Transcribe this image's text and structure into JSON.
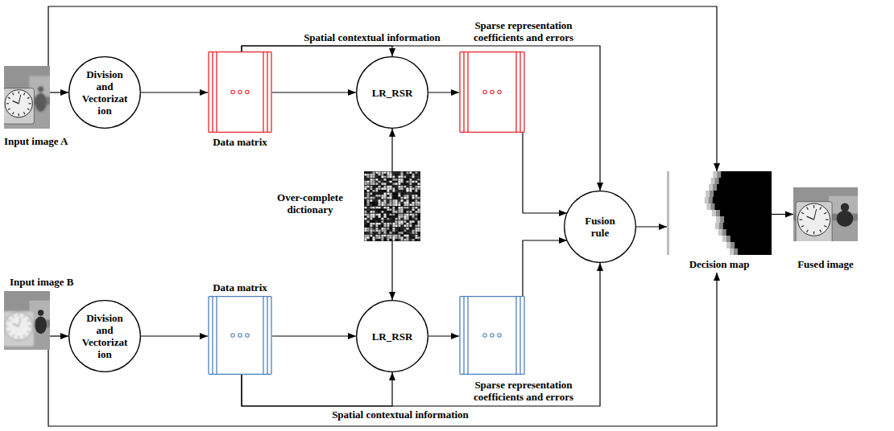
{
  "diagram": {
    "nodes": [
      {
        "text": [
          "Input image A"
        ]
      },
      {
        "text": [
          "Division and Vectorizat ion"
        ]
      },
      {
        "text": [
          "Data matrix"
        ]
      },
      {
        "text": [
          "LR_RSR"
        ]
      },
      {
        "text": [
          "Sparse representation coefficients and errors"
        ]
      },
      {
        "text": [
          "Over-complete dictionary"
        ]
      },
      {
        "text": [
          "Fusion rule"
        ]
      },
      {
        "text": [
          "Decision map"
        ]
      },
      {
        "text": [
          "Fused image"
        ]
      },
      {
        "text": [
          "Input image B"
        ]
      },
      {
        "text": [
          "Division and Vectorizat ion"
        ]
      },
      {
        "text": [
          "Data matrix"
        ]
      },
      {
        "text": [
          "LR_RSR"
        ]
      },
      {
        "text": [
          "Sparse representation coefficients and errors"
        ]
      }
    ],
    "edges": [
      {
        "from": 0,
        "to": 1,
        "arrow": "to"
      },
      {
        "from": 1,
        "to": 2,
        "arrow": "to"
      },
      {
        "from": 2,
        "to": 3,
        "arrow": "to"
      },
      {
        "from": 2,
        "to": 3,
        "label": "Spatial contextual information",
        "arrow": "to"
      },
      {
        "from": 2,
        "to": 6,
        "arrow": "to"
      },
      {
        "from": 3,
        "to": 4,
        "arrow": "to"
      },
      {
        "from": 4,
        "to": 6,
        "arrow": "to"
      },
      {
        "from": 5,
        "to": 3,
        "arrow": "to"
      },
      {
        "from": 5,
        "to": 12,
        "arrow": "to"
      },
      {
        "from": 0,
        "to": 7,
        "arrow": "to"
      },
      {
        "from": 6,
        "to": 7,
        "arrow": "to"
      },
      {
        "from": 7,
        "to": 8,
        "arrow": "to"
      },
      {
        "from": 9,
        "to": 10,
        "arrow": "to"
      },
      {
        "from": 10,
        "to": 11,
        "arrow": "to"
      },
      {
        "from": 11,
        "to": 12,
        "arrow": "to"
      },
      {
        "from": 11,
        "to": 12,
        "label": "Spatial contextual information",
        "arrow": "to"
      },
      {
        "from": 11,
        "to": 6,
        "arrow": "to"
      },
      {
        "from": 12,
        "to": 13,
        "arrow": "to"
      },
      {
        "from": 13,
        "to": 6,
        "arrow": "to"
      },
      {
        "from": 9,
        "to": 7,
        "arrow": "to"
      }
    ]
  }
}
